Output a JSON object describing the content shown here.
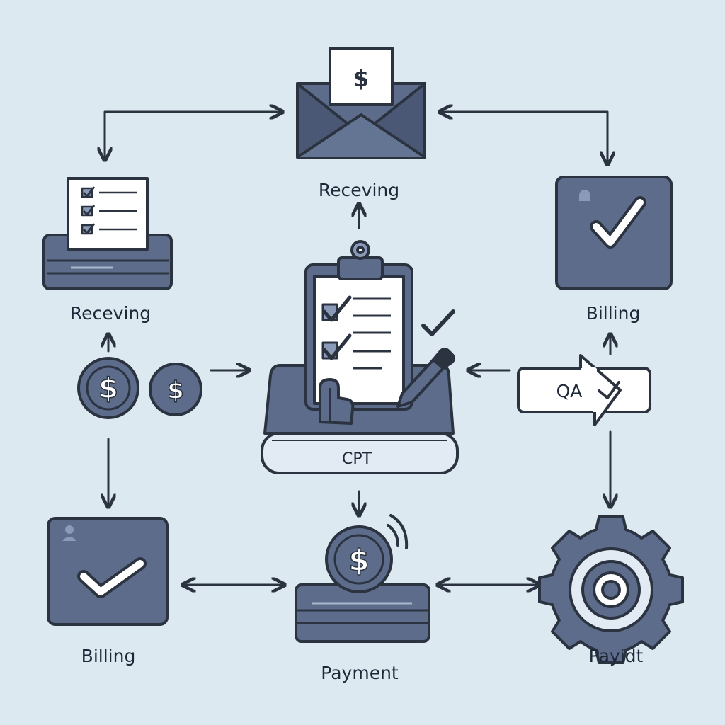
{
  "colors": {
    "background": "#dde9f1",
    "ink": "#2b3340",
    "slate": "#5c6c8a",
    "slate_light": "#8a9ab8",
    "paper": "#ffffff"
  },
  "nodes": {
    "receiving_top": {
      "label": "Receving",
      "icon": "envelope-dollar-icon"
    },
    "receiving_left": {
      "label": "Receving",
      "icon": "checklist-tray-icon"
    },
    "billing_right": {
      "label": "Billing",
      "icon": "checkmark-box-icon"
    },
    "billing_left": {
      "label": "Billing",
      "icon": "checkmark-box-icon"
    },
    "center": {
      "label": "CPT",
      "icon": "clipboard-checklist-icon"
    },
    "qa": {
      "label": "QA",
      "icon": "arrow-tag-check-icon"
    },
    "payment": {
      "label": "Payment",
      "icon": "coin-stack-icon"
    },
    "payidt": {
      "label": "Payidt",
      "icon": "gear-target-icon"
    },
    "coins": {
      "icon": "dollar-coins-icon"
    }
  },
  "icons": {
    "dollar": "$"
  }
}
